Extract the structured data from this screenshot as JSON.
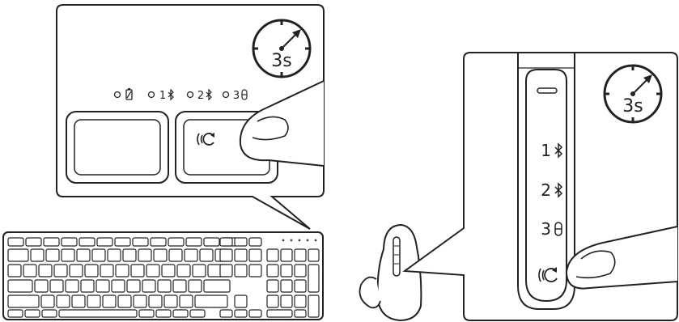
{
  "keyboard_callout": {
    "timer_label": "3s",
    "indicators": [
      "",
      "1",
      "2",
      "3"
    ],
    "indicator_glyphs": [
      "battery-icon",
      "bluetooth-icon",
      "bluetooth-icon",
      "usb-receiver-icon"
    ]
  },
  "mouse_callout": {
    "timer_label": "3s",
    "channels": [
      "1",
      "2",
      "3"
    ],
    "channel_glyphs": [
      "bluetooth-icon",
      "bluetooth-icon",
      "usb-receiver-icon"
    ]
  },
  "colors": {
    "line": "#222222",
    "background": "#ffffff"
  }
}
